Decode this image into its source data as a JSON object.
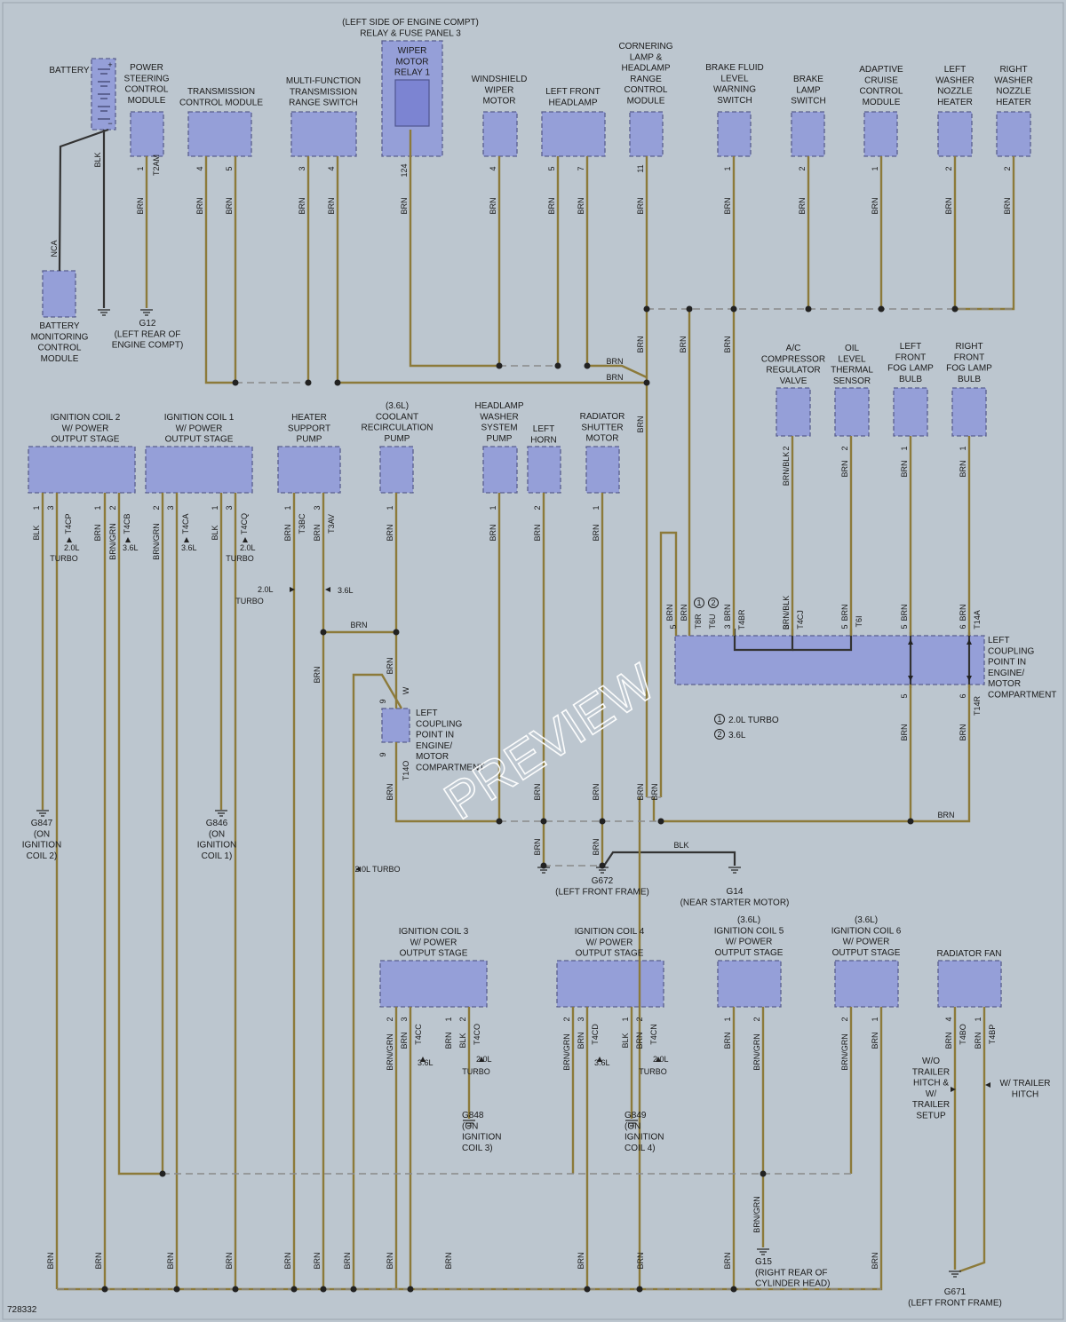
{
  "diagram_id": "728332",
  "watermark": "PREVIEW",
  "components": [
    {
      "id": "battery",
      "lines": [
        "BATTERY"
      ]
    },
    {
      "id": "psc",
      "lines": [
        "POWER",
        "STEERING",
        "CONTROL",
        "MODULE"
      ]
    },
    {
      "id": "tcm",
      "lines": [
        "TRANSMISSION",
        "CONTROL MODULE"
      ]
    },
    {
      "id": "mftrs",
      "lines": [
        "MULTI-FUNCTION",
        "TRANSMISSION",
        "RANGE SWITCH"
      ]
    },
    {
      "id": "panel3",
      "lines": [
        "(LEFT SIDE OF ENGINE COMPT)",
        "RELAY & FUSE PANEL 3"
      ]
    },
    {
      "id": "wiperrelay",
      "lines": [
        "WIPER",
        "MOTOR",
        "RELAY 1"
      ]
    },
    {
      "id": "wsm",
      "lines": [
        "WINDSHIELD",
        "WIPER",
        "MOTOR"
      ]
    },
    {
      "id": "lfh",
      "lines": [
        "LEFT FRONT",
        "HEADLAMP"
      ]
    },
    {
      "id": "corner",
      "lines": [
        "CORNERING",
        "LAMP &",
        "HEADLAMP",
        "RANGE",
        "CONTROL",
        "MODULE"
      ]
    },
    {
      "id": "bfl",
      "lines": [
        "BRAKE FLUID",
        "LEVEL",
        "WARNING",
        "SWITCH"
      ]
    },
    {
      "id": "bls",
      "lines": [
        "BRAKE",
        "LAMP",
        "SWITCH"
      ]
    },
    {
      "id": "acc",
      "lines": [
        "ADAPTIVE",
        "CRUISE",
        "CONTROL",
        "MODULE"
      ]
    },
    {
      "id": "lwnh",
      "lines": [
        "LEFT",
        "WASHER",
        "NOZZLE",
        "HEATER"
      ]
    },
    {
      "id": "rwnh",
      "lines": [
        "RIGHT",
        "WASHER",
        "NOZZLE",
        "HEATER"
      ]
    },
    {
      "id": "bmcm",
      "lines": [
        "BATTERY",
        "MONITORING",
        "CONTROL",
        "MODULE"
      ]
    },
    {
      "id": "g12",
      "lines": [
        "G12",
        "(LEFT REAR OF",
        "ENGINE COMPT)"
      ]
    },
    {
      "id": "acreg",
      "lines": [
        "A/C",
        "COMPRESSOR",
        "REGULATOR",
        "VALVE"
      ]
    },
    {
      "id": "oil",
      "lines": [
        "OIL",
        "LEVEL",
        "THERMAL",
        "SENSOR"
      ]
    },
    {
      "id": "lffog",
      "lines": [
        "LEFT",
        "FRONT",
        "FOG LAMP",
        "BULB"
      ]
    },
    {
      "id": "rffog",
      "lines": [
        "RIGHT",
        "FRONT",
        "FOG LAMP",
        "BULB"
      ]
    },
    {
      "id": "ic2",
      "lines": [
        "IGNITION COIL 2",
        "W/ POWER",
        "OUTPUT STAGE"
      ]
    },
    {
      "id": "ic1",
      "lines": [
        "IGNITION COIL 1",
        "W/ POWER",
        "OUTPUT STAGE"
      ]
    },
    {
      "id": "heater",
      "lines": [
        "HEATER",
        "SUPPORT",
        "PUMP"
      ]
    },
    {
      "id": "coolant",
      "lines": [
        "(3.6L)",
        "COOLANT",
        "RECIRCULATION",
        "PUMP"
      ]
    },
    {
      "id": "hwash",
      "lines": [
        "HEADLAMP",
        "WASHER",
        "SYSTEM",
        "PUMP"
      ]
    },
    {
      "id": "lhorn",
      "lines": [
        "LEFT",
        "HORN"
      ]
    },
    {
      "id": "rshutter",
      "lines": [
        "RADIATOR",
        "SHUTTER",
        "MOTOR"
      ]
    },
    {
      "id": "lcp1",
      "lines": [
        "LEFT",
        "COUPLING",
        "POINT IN",
        "ENGINE/",
        "MOTOR",
        "COMPARTMENT"
      ]
    },
    {
      "id": "lcp2",
      "lines": [
        "LEFT",
        "COUPLING",
        "POINT IN",
        "ENGINE/",
        "MOTOR",
        "COMPARTMENT"
      ]
    },
    {
      "id": "g847",
      "lines": [
        "G847",
        "(ON",
        "IGNITION",
        "COIL 2)"
      ]
    },
    {
      "id": "g846",
      "lines": [
        "G846",
        "(ON",
        "IGNITION",
        "COIL 1)"
      ]
    },
    {
      "id": "g672",
      "lines": [
        "G672",
        "(LEFT FRONT FRAME)"
      ]
    },
    {
      "id": "g14",
      "lines": [
        "G14",
        "(NEAR STARTER MOTOR)"
      ]
    },
    {
      "id": "ic3",
      "lines": [
        "IGNITION COIL 3",
        "W/ POWER",
        "OUTPUT STAGE"
      ]
    },
    {
      "id": "ic4",
      "lines": [
        "IGNITION COIL 4",
        "W/ POWER",
        "OUTPUT STAGE"
      ]
    },
    {
      "id": "ic5",
      "lines": [
        "(3.6L)",
        "IGNITION COIL 5",
        "W/ POWER",
        "OUTPUT STAGE"
      ]
    },
    {
      "id": "ic6",
      "lines": [
        "(3.6L)",
        "IGNITION COIL 6",
        "W/ POWER",
        "OUTPUT STAGE"
      ]
    },
    {
      "id": "rfan",
      "lines": [
        "RADIATOR FAN"
      ]
    },
    {
      "id": "g848",
      "lines": [
        "G848",
        "(ON",
        "IGNITION",
        "COIL 3)"
      ]
    },
    {
      "id": "g849",
      "lines": [
        "G849",
        "(ON",
        "IGNITION",
        "COIL 4)"
      ]
    },
    {
      "id": "g15",
      "lines": [
        "G15",
        "(RIGHT REAR OF",
        "CYLINDER HEAD)"
      ]
    },
    {
      "id": "g671",
      "lines": [
        "G671",
        "(LEFT FRONT FRAME)"
      ]
    },
    {
      "id": "wotrailer",
      "lines": [
        "W/O",
        "TRAILER",
        "HITCH &",
        "W/",
        "TRAILER",
        "SETUP"
      ]
    },
    {
      "id": "wtrailer",
      "lines": [
        "W/ TRAILER",
        "HITCH"
      ]
    },
    {
      "id": "legend1",
      "lines": [
        "2.0L TURBO"
      ]
    },
    {
      "id": "legend2",
      "lines": [
        "3.6L"
      ]
    }
  ],
  "wire_labels": [
    "BRN",
    "BLK",
    "NCA",
    "BRN/BLK",
    "BRN/GRN",
    "T2AM",
    "T4CP",
    "T4CB",
    "T4CA",
    "T4CQ",
    "T3BC",
    "T3AV",
    "T8R",
    "T6U",
    "T4BR",
    "T4CJ",
    "T6I",
    "T14A",
    "T14R",
    "T14O",
    "T4CC",
    "T4CO",
    "T4CD",
    "T4CN",
    "T4BO",
    "T4BP",
    "W",
    "2.0L",
    "TURBO",
    "3.6L",
    "2.0L TURBO",
    "9",
    "1",
    "2",
    "3",
    "4",
    "5",
    "6",
    "7",
    "11",
    "124"
  ],
  "circled_marks": [
    "1",
    "2"
  ]
}
